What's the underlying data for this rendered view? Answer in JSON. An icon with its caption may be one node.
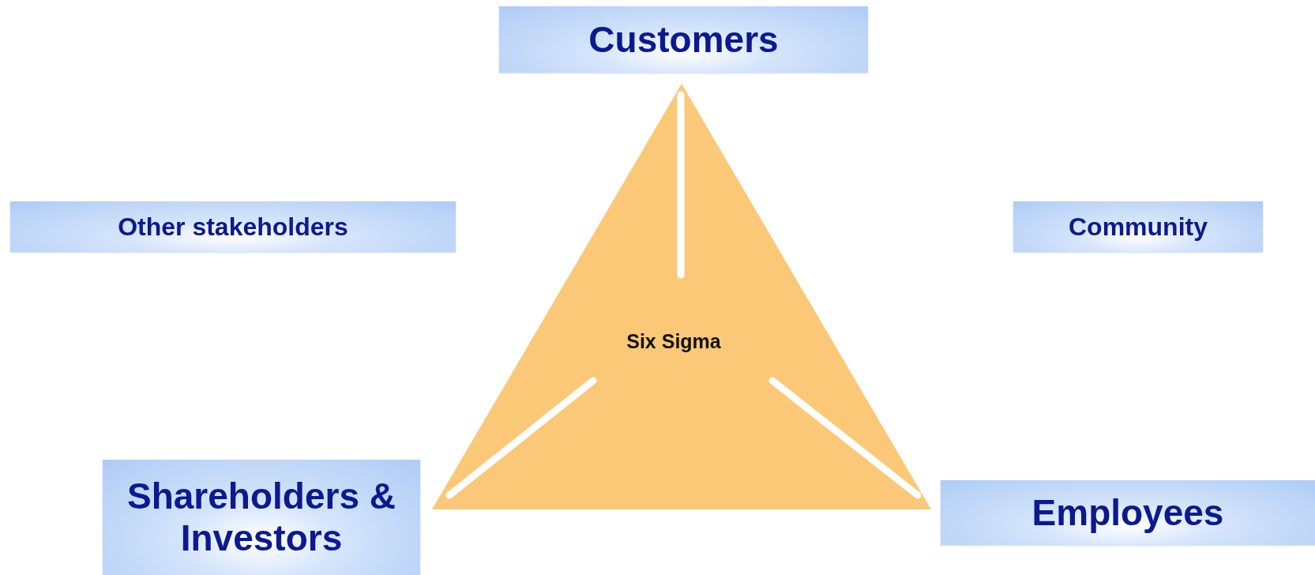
{
  "diagram": {
    "nodes": [
      {
        "text": [
          "Customers"
        ]
      },
      {
        "text": [
          "Other stakeholders"
        ]
      },
      {
        "text": [
          "Community"
        ]
      },
      {
        "text": [
          "Six Sigma"
        ]
      },
      {
        "text": [
          "Shareholders & Investors"
        ]
      },
      {
        "text": [
          "Employees"
        ]
      }
    ]
  }
}
